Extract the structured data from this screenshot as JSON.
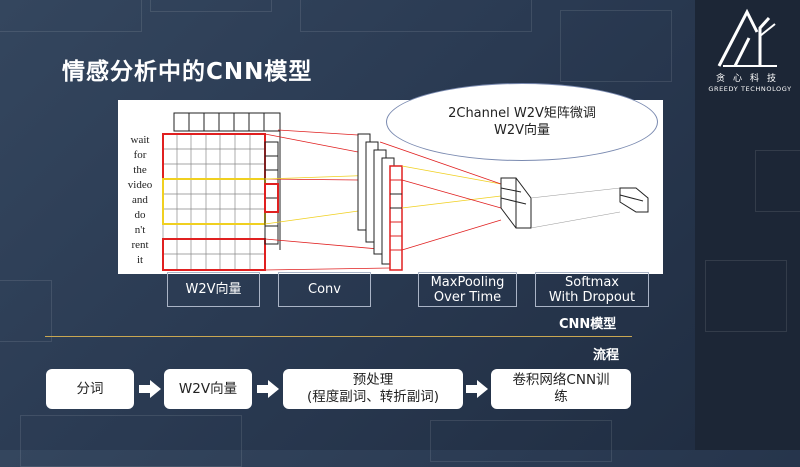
{
  "slide": {
    "title": "情感分析中的CNN模型",
    "logo": {
      "cn": "贪心科技",
      "en": "GREEDY TECHNOLOGY"
    }
  },
  "figure": {
    "words": [
      "wait",
      "for",
      "the",
      "video",
      "and",
      "do",
      "n't",
      "rent",
      "it"
    ],
    "bubble": [
      "2Channel W2V矩阵微调",
      "W2V向量"
    ],
    "stage_labels": {
      "w2v": "W2V向量",
      "conv": "Conv",
      "maxpool": [
        "MaxPooling",
        "Over Time"
      ],
      "softmax": [
        "Softmax",
        "With Dropout"
      ]
    }
  },
  "section_labels": {
    "cnn": "CNN模型",
    "flow": "流程"
  },
  "flow": {
    "steps": [
      {
        "lines": [
          "分词"
        ]
      },
      {
        "lines": [
          "W2V向量"
        ]
      },
      {
        "lines": [
          "预处理",
          "(程度副词、转折副词)"
        ]
      },
      {
        "lines": [
          "卷积网络CNN训",
          "练"
        ]
      }
    ]
  },
  "colors": {
    "accent_gold": "#c9a752",
    "red": "#e02020",
    "yellow": "#f0d020"
  }
}
